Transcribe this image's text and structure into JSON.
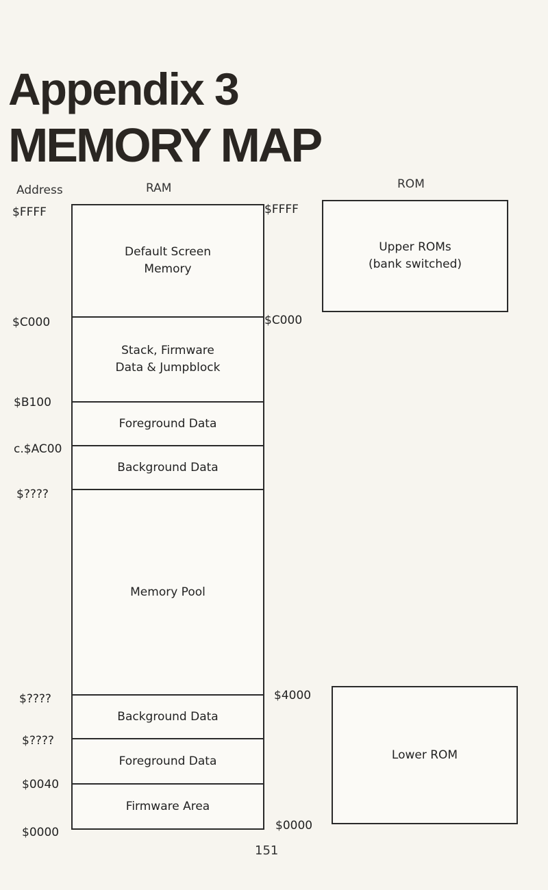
{
  "heading": {
    "line1": "Appendix 3",
    "line2": "MEMORY MAP"
  },
  "columns": {
    "address": "Address",
    "ram": "RAM",
    "rom": "ROM"
  },
  "ram_addresses": [
    "$FFFF",
    "$C000",
    "$B100",
    "c.$AC00",
    "$????",
    "$????",
    "$????",
    "$0040",
    "$0000"
  ],
  "ram_regions": [
    "Default Screen\nMemory",
    "Stack, Firmware\nData & Jumpblock",
    "Foreground Data",
    "Background Data",
    "Memory Pool",
    "Background Data",
    "Foreground Data",
    "Firmware Area"
  ],
  "rom_addresses": [
    "$FFFF",
    "$C000",
    "$4000",
    "$0000"
  ],
  "rom_regions": {
    "upper": "Upper ROMs\n(bank switched)",
    "lower": "Lower ROM"
  },
  "page_number": "151",
  "colors": {
    "paper": "#f7f5ef",
    "ink": "#2a2a2a"
  }
}
